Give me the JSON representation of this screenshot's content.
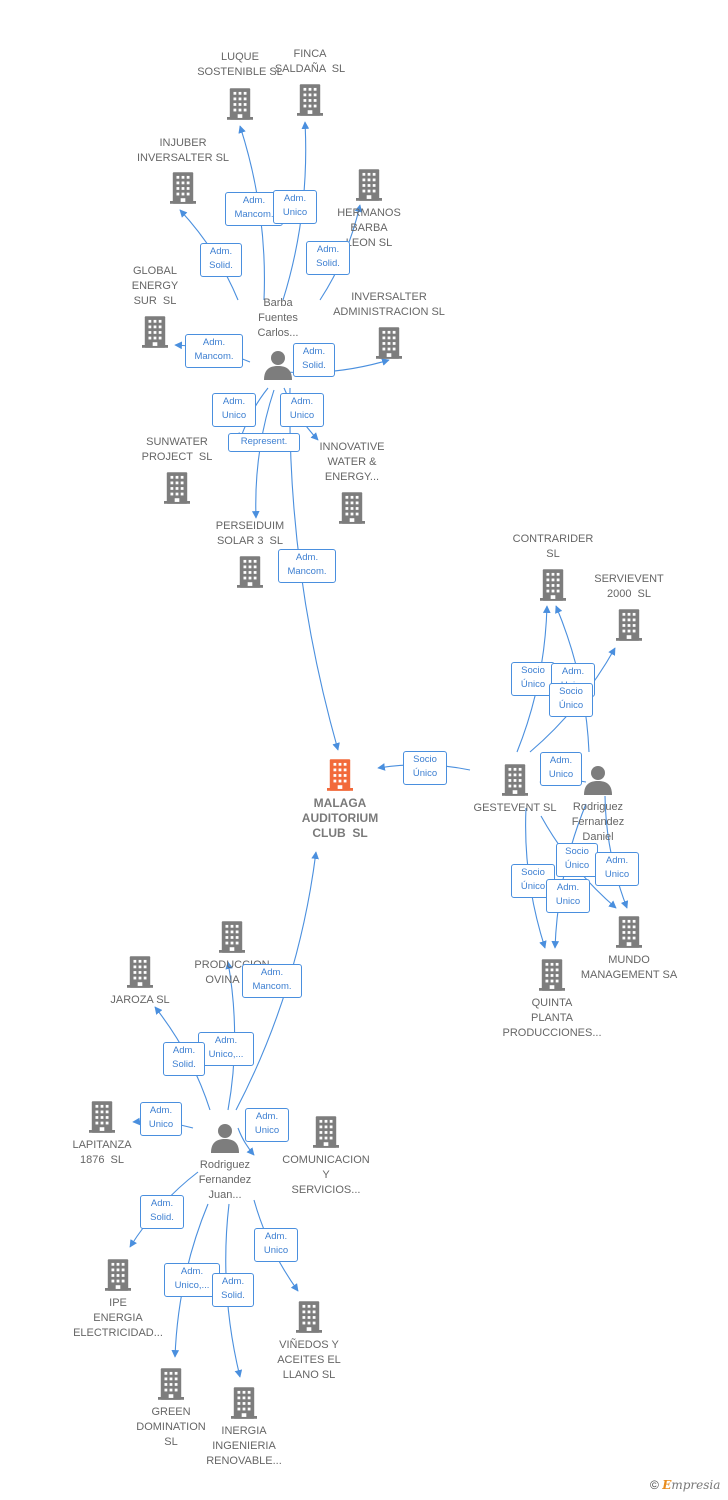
{
  "colors": {
    "edge": "#4a8fde",
    "node": "#7d7d7d",
    "main": "#f26a3b",
    "badge": "#3d7fd1"
  },
  "nodes": [
    {
      "id": "luque",
      "type": "company",
      "label": "LUQUE\nSOSTENIBLE SL"
    },
    {
      "id": "finca",
      "type": "company",
      "label": "FINCA\nSALDAÑA  SL"
    },
    {
      "id": "injuber",
      "type": "company",
      "label": "INJUBER\nINVERSALTER SL"
    },
    {
      "id": "hermanos",
      "type": "company",
      "label": "HERMANOS\nBARBA\nLEON SL"
    },
    {
      "id": "global",
      "type": "company",
      "label": "GLOBAL\nENERGY\nSUR  SL"
    },
    {
      "id": "inversalter",
      "type": "company",
      "label": "INVERSALTER\nADMINISTRACION SL"
    },
    {
      "id": "barba",
      "type": "person",
      "label": "Barba\nFuentes\nCarlos..."
    },
    {
      "id": "sunwater",
      "type": "company",
      "label": "SUNWATER\nPROJECT  SL"
    },
    {
      "id": "innovative",
      "type": "company",
      "label": "INNOVATIVE\nWATER &\nENERGY..."
    },
    {
      "id": "perseiduim",
      "type": "company",
      "label": "PERSEIDUIM\nSOLAR 3  SL"
    },
    {
      "id": "contrarider",
      "type": "company",
      "label": "CONTRARIDER\nSL"
    },
    {
      "id": "servievent",
      "type": "company",
      "label": "SERVIEVENT\n2000  SL"
    },
    {
      "id": "malaga",
      "type": "main",
      "label": "MALAGA\nAUDITORIUM\nCLUB  SL"
    },
    {
      "id": "gestevent",
      "type": "company",
      "label": "GESTEVENT SL"
    },
    {
      "id": "rodriguezd",
      "type": "person",
      "label": "Rodriguez\nFernandez\nDaniel"
    },
    {
      "id": "mundo",
      "type": "company",
      "label": "MUNDO\nMANAGEMENT SA"
    },
    {
      "id": "quinta",
      "type": "company",
      "label": "QUINTA\nPLANTA\nPRODUCCIONES..."
    },
    {
      "id": "produccion",
      "type": "company",
      "label": "PRODUCCION\nOVINA  SL"
    },
    {
      "id": "jaroza",
      "type": "company",
      "label": "JAROZA SL"
    },
    {
      "id": "lapitanza",
      "type": "company",
      "label": "LAPITANZA\n1876  SL"
    },
    {
      "id": "rodriguezj",
      "type": "person",
      "label": "Rodriguez\nFernandez\nJuan..."
    },
    {
      "id": "comunicacion",
      "type": "company",
      "label": "COMUNICACION\nY\nSERVICIOS..."
    },
    {
      "id": "ipe",
      "type": "company",
      "label": "IPE\nENERGIA\nELECTRICIDAD..."
    },
    {
      "id": "vinedos",
      "type": "company",
      "label": "VIÑEDOS Y\nACEITES EL\nLLANO SL"
    },
    {
      "id": "green",
      "type": "company",
      "label": "GREEN\nDOMINATION\nSL"
    },
    {
      "id": "inergia",
      "type": "company",
      "label": "INERGIA\nINGENIERIA\nRENOVABLE..."
    }
  ],
  "edges": [
    {
      "from": "barba",
      "to": "luque",
      "label": "Adm.\nMancom."
    },
    {
      "from": "barba",
      "to": "finca",
      "label": "Adm.\nUnico"
    },
    {
      "from": "barba",
      "to": "injuber",
      "label": "Adm.\nSolid."
    },
    {
      "from": "barba",
      "to": "hermanos",
      "label": "Adm.\nSolid."
    },
    {
      "from": "barba",
      "to": "global",
      "label": "Adm.\nMancom."
    },
    {
      "from": "barba",
      "to": "inversalter",
      "label": "Adm.\nSolid."
    },
    {
      "from": "barba",
      "to": "sunwater",
      "label": "Adm.\nUnico"
    },
    {
      "from": "barba",
      "to": "innovative",
      "label": "Adm.\nUnico"
    },
    {
      "from": "barba",
      "to": "perseiduim",
      "label": "Represent."
    },
    {
      "from": "barba",
      "to": "malaga",
      "label": "Adm.\nMancom."
    },
    {
      "from": "gestevent",
      "to": "malaga",
      "label": "Socio\nÚnico"
    },
    {
      "from": "gestevent",
      "to": "contrarider",
      "label": "Socio\nÚnico"
    },
    {
      "from": "rodriguezd",
      "to": "contrarider",
      "label": "Adm.\nUnico"
    },
    {
      "from": "gestevent",
      "to": "servievent",
      "label": "Socio\nÚnico"
    },
    {
      "from": "rodriguezd",
      "to": "gestevent",
      "label": "Adm.\nUnico"
    },
    {
      "from": "gestevent",
      "to": "mundo",
      "label": "Socio\nÚnico"
    },
    {
      "from": "rodriguezd",
      "to": "mundo",
      "label": "Adm.\nUnico"
    },
    {
      "from": "gestevent",
      "to": "quinta",
      "label": "Socio\nÚnico"
    },
    {
      "from": "rodriguezd",
      "to": "quinta",
      "label": "Adm.\nUnico"
    },
    {
      "from": "rodriguezj",
      "to": "malaga",
      "label": "Adm.\nMancom."
    },
    {
      "from": "rodriguezj",
      "to": "produccion",
      "label": "Adm.\nUnico,..."
    },
    {
      "from": "rodriguezj",
      "to": "jaroza",
      "label": "Adm.\nSolid."
    },
    {
      "from": "rodriguezj",
      "to": "lapitanza",
      "label": "Adm.\nUnico"
    },
    {
      "from": "rodriguezj",
      "to": "comunicacion",
      "label": "Adm.\nUnico"
    },
    {
      "from": "rodriguezj",
      "to": "ipe",
      "label": "Adm.\nSolid."
    },
    {
      "from": "rodriguezj",
      "to": "vinedos",
      "label": "Adm.\nUnico"
    },
    {
      "from": "rodriguezj",
      "to": "green",
      "label": "Adm.\nUnico,..."
    },
    {
      "from": "rodriguezj",
      "to": "inergia",
      "label": "Adm.\nSolid."
    }
  ],
  "footer": {
    "copyright": "©",
    "brand_initial": "E",
    "brand_rest": "mpresia"
  }
}
